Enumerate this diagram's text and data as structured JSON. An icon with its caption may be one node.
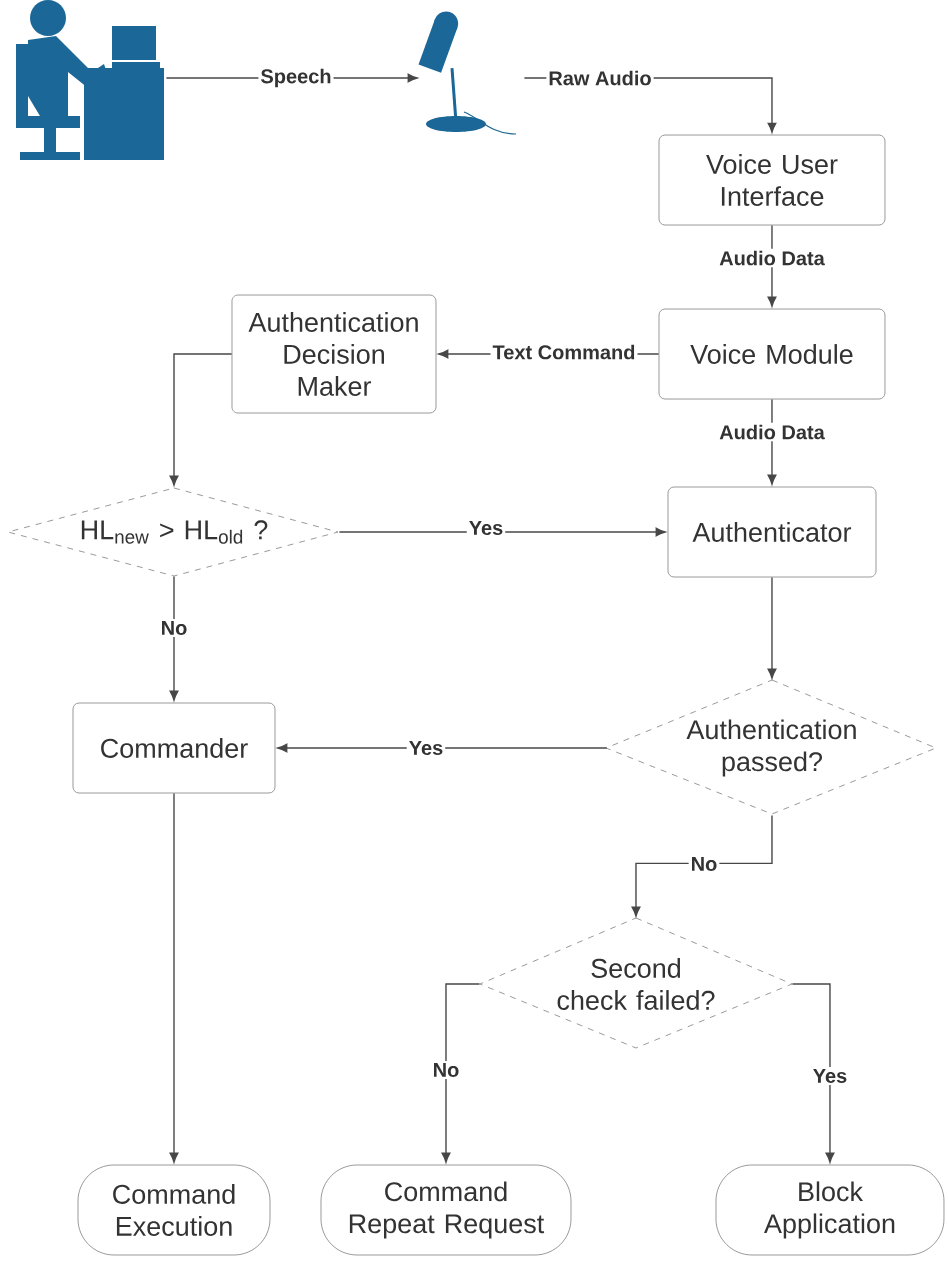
{
  "diagram": {
    "nodes": [
      {
        "text": [],
        "shape": "person"
      },
      {
        "text": [],
        "shape": "picture"
      },
      {
        "text": [
          "Voice User Interface"
        ]
      },
      {
        "text": [
          "Voice Module"
        ]
      },
      {
        "text": [
          "Authentication Decision Maker"
        ]
      },
      {
        "text": [
          "HL$_{new}$ > HL$_{old}$ ?"
        ]
      },
      {
        "text": [
          "Authenticator"
        ]
      },
      {
        "text": [
          "Commander"
        ]
      },
      {
        "text": [
          "Authentication passed?"
        ]
      },
      {
        "text": [
          "Second check failed?"
        ]
      },
      {
        "text": [
          "Command Execution"
        ]
      },
      {
        "text": [
          "Command Repeat Request"
        ]
      },
      {
        "text": [
          "Block Application"
        ]
      }
    ],
    "edges": [
      {
        "from": 0,
        "to": 1,
        "arrow": "to",
        "label": "Speech"
      },
      {
        "from": 1,
        "to": 2,
        "arrow": "to",
        "label": "Raw Audio"
      },
      {
        "from": 2,
        "to": 3,
        "arrow": "to",
        "label": "Audio Data"
      },
      {
        "from": 3,
        "to": 4,
        "arrow": "to",
        "label": "Text Command"
      },
      {
        "from": 3,
        "to": 6,
        "arrow": "to",
        "label": "Audio Data"
      },
      {
        "from": 4,
        "to": 5,
        "arrow": "to"
      },
      {
        "from": 5,
        "to": 6,
        "arrow": "to",
        "label": "Yes"
      },
      {
        "from": 5,
        "to": 7,
        "arrow": "to",
        "label": "No"
      },
      {
        "from": 6,
        "to": 8,
        "arrow": "to"
      },
      {
        "from": 8,
        "to": 7,
        "arrow": "to",
        "label": "Yes"
      },
      {
        "from": 8,
        "to": 9,
        "arrow": "to",
        "label": "No"
      },
      {
        "from": 9,
        "to": 11,
        "arrow": "to",
        "label": "No"
      },
      {
        "from": 9,
        "to": 12,
        "arrow": "to",
        "label": "Yes"
      },
      {
        "from": 7,
        "to": 10,
        "arrow": "to"
      }
    ]
  }
}
